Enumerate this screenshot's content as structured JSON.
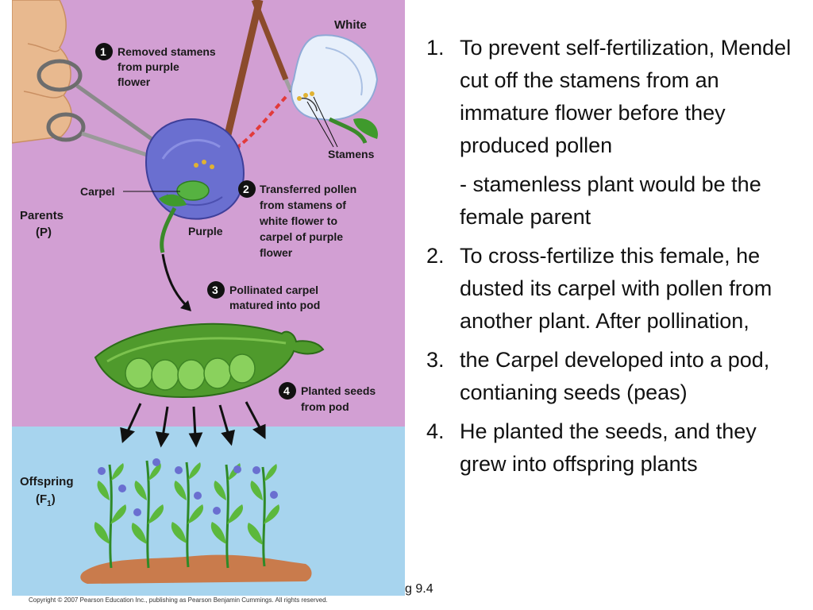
{
  "figure": {
    "labels": {
      "white": "White",
      "stamens": "Stamens",
      "carpel": "Carpel",
      "purple": "Purple",
      "parents_line1": "Parents",
      "parents_line2": "(P)",
      "offspring_line1": "Offspring",
      "offspring_line2_main": "(F",
      "offspring_line2_sub": "1",
      "offspring_line2_end": ")"
    },
    "steps": [
      {
        "number": "1",
        "line1": "Removed stamens",
        "line2": "from purple",
        "line3": "flower"
      },
      {
        "number": "2",
        "line1": "Transferred pollen",
        "line2": "from stamens of",
        "line3": "white flower to",
        "line4": "carpel of purple",
        "line5": "flower"
      },
      {
        "number": "3",
        "line1": "Pollinated carpel",
        "line2": "matured into pod"
      },
      {
        "number": "4",
        "line1": "Planted seeds",
        "line2": "from pod"
      }
    ],
    "copyright": "Copyright © 2007 Pearson Education Inc., publishing as Pearson Benjamin Cummings. All rights reserved.",
    "fig_ref": "g 9.4",
    "colors": {
      "parents_bg": "#d29fd3",
      "offspring_bg": "#a7d4ee",
      "pod": "#4f9a2c",
      "arrow": "#e23a3a"
    }
  },
  "text": {
    "step1_num": "1.",
    "step1": "To prevent self-fertilization, Mendel cut off the stamens from an immature flower before they produced pollen",
    "step1_sub": "- stamenless plant would be the female parent",
    "step2_num": "2.",
    "step2": "To cross-fertilize this female, he dusted its carpel with pollen from another plant.  After pollination,",
    "step3_num": "3.",
    "step3": "the Carpel developed into a pod, contianing seeds (peas)",
    "step4_num": "4.",
    "step4": "He planted the seeds, and they grew into offspring plants"
  }
}
